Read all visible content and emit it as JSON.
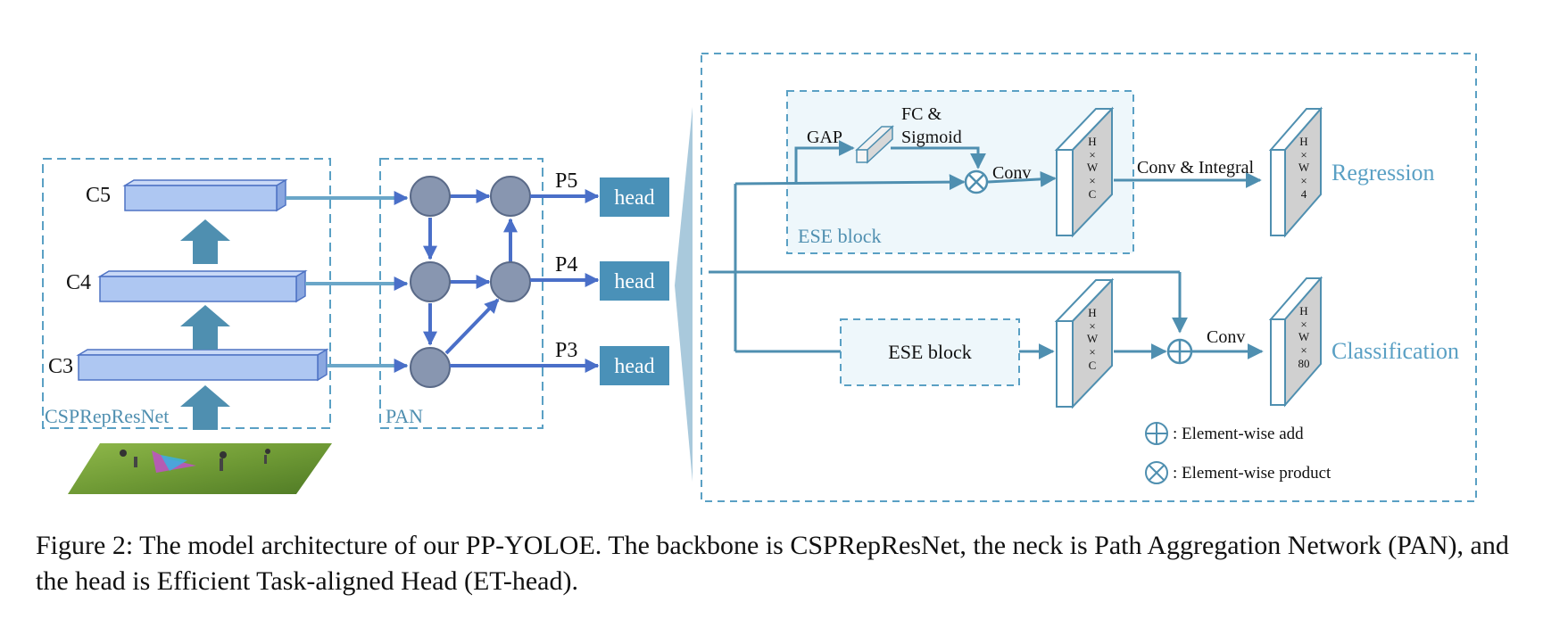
{
  "backbone": {
    "label": "CSPRepResNet",
    "stages": [
      {
        "label": "C5"
      },
      {
        "label": "C4"
      },
      {
        "label": "C3"
      }
    ]
  },
  "neck": {
    "label": "PAN",
    "outputs": [
      {
        "label": "P5",
        "head": "head"
      },
      {
        "label": "P4",
        "head": "head"
      },
      {
        "label": "P3",
        "head": "head"
      }
    ]
  },
  "et_head": {
    "ese_top": {
      "label": "ESE block",
      "gap": "GAP",
      "fc_line1": "FC &",
      "fc_line2": "Sigmoid",
      "conv": "Conv"
    },
    "reg_feature": [
      "H",
      "×",
      "W",
      "×",
      "C"
    ],
    "conv_integral": "Conv & Integral",
    "reg_output": [
      "H",
      "×",
      "W",
      "×",
      "4"
    ],
    "regression": "Regression",
    "ese_bottom": "ESE block",
    "cls_feature": [
      "H",
      "×",
      "W",
      "×",
      "C"
    ],
    "cls_conv": "Conv",
    "cls_output": [
      "H",
      "×",
      "W",
      "×",
      "80"
    ],
    "classification": "Classification",
    "legend": {
      "add": ": Element-wise add",
      "product": ": Element-wise product"
    }
  },
  "caption": "Figure 2: The model architecture of our PP-YOLOE. The backbone is CSPRepResNet, the neck is Path Aggregation Network (PAN), and the head is Efficient Task-aligned Head (ET-head).",
  "colors": {
    "dashed": "#5aa0c4",
    "bar_fill": "#aec7f2",
    "bar_stroke": "#4f73c4",
    "node": "#8896b0",
    "arrow": "#4a6fc8",
    "head_box": "#4a91b8",
    "teal": "#4f8fb0"
  }
}
